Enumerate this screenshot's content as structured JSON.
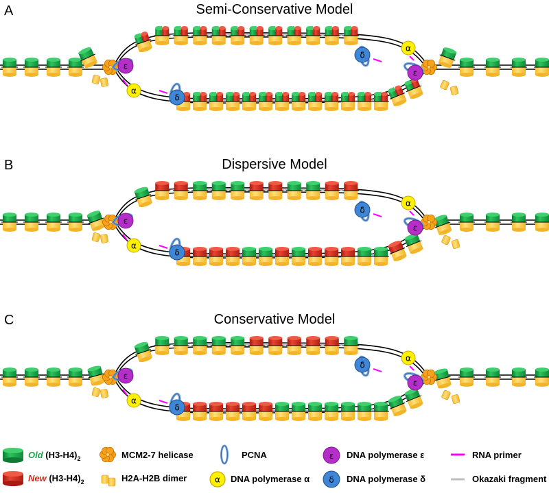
{
  "panels": [
    {
      "letter": "A",
      "title": "Semi-Conservative Model",
      "upper": [
        "s",
        "s",
        "s",
        "s",
        "s",
        "s",
        "s",
        "s",
        "s",
        "s",
        "s",
        "s"
      ],
      "lower": [
        "s",
        "s",
        "s",
        "s",
        "s",
        "s",
        "s",
        "s",
        "s",
        "s",
        "s",
        "s",
        "s",
        "s",
        "s"
      ]
    },
    {
      "letter": "B",
      "title": "Dispersive Model",
      "upper": [
        "g",
        "r",
        "r",
        "g",
        "g",
        "g",
        "r",
        "r",
        "g",
        "g",
        "r",
        "r"
      ],
      "lower": [
        "r",
        "r",
        "r",
        "r",
        "g",
        "g",
        "r",
        "g",
        "r",
        "r",
        "r",
        "g",
        "g",
        "r",
        "g"
      ]
    },
    {
      "letter": "C",
      "title": "Conservative Model",
      "upper": [
        "g",
        "g",
        "g",
        "g",
        "g",
        "g",
        "r",
        "r",
        "r",
        "r",
        "r",
        "g"
      ],
      "lower": [
        "r",
        "r",
        "r",
        "r",
        "r",
        "r",
        "g",
        "g",
        "g",
        "g",
        "g",
        "g",
        "g",
        "g",
        "g"
      ]
    }
  ],
  "greek": {
    "alpha": "α",
    "delta": "δ",
    "epsilon": "ε"
  },
  "colors": {
    "old": "#1fa64a",
    "new": "#d6281d",
    "dimer": "#ffd45c",
    "helicase": "#f7a21b",
    "pcna": "#6fa0d8",
    "pol_alpha": "#fff200",
    "pol_delta": "#3f86d6",
    "pol_epsilon": "#b52ec9",
    "primer": "#ff00ff",
    "okazaki": "#bfbfbf"
  },
  "legend": {
    "old_italic": "Old",
    "old_rest": " (H3-H4)",
    "new_italic": "New",
    "new_rest": " (H3-H4)",
    "sub2": "2",
    "helicase": "MCM2-7 helicase",
    "dimer": "H2A-H2B dimer",
    "pcna": "PCNA",
    "pol_alpha": "DNA polymerase α",
    "pol_epsilon": "DNA polymerase ε",
    "pol_delta": "DNA polymerase δ",
    "primer": "RNA primer",
    "okazaki": "Okazaki fragment"
  }
}
